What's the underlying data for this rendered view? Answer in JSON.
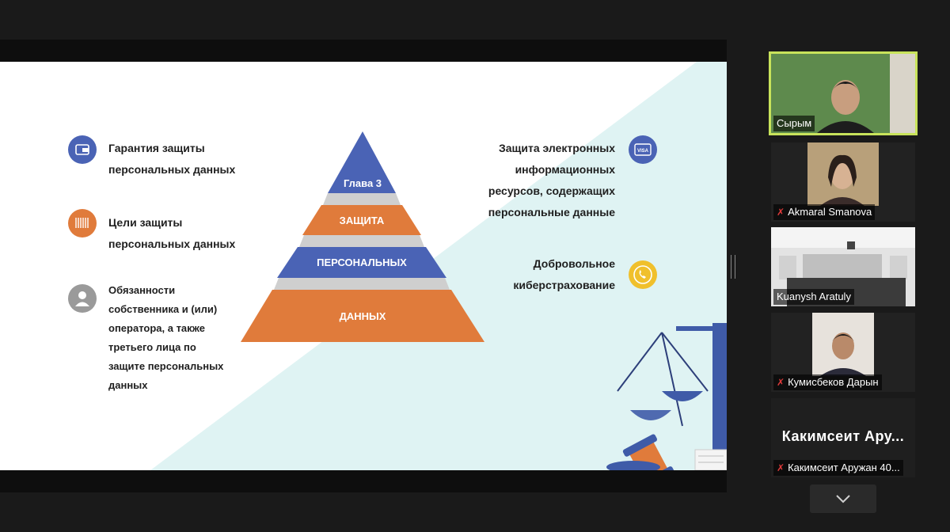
{
  "slide": {
    "left_items": [
      {
        "text": "Гарантия защиты\nперсональных данных",
        "icon": "wallet-icon",
        "color": "#4a63b5"
      },
      {
        "text": "Цели защиты\nперсональных данных",
        "icon": "barcode-icon",
        "color": "#e07b3b"
      },
      {
        "text": "Обязанности\nсобственника и (или)\nоператора, а также\nтретьего лица по\nзащите персональных\nданных",
        "icon": "person-icon",
        "color": "#9a9a9a"
      }
    ],
    "right_items": [
      {
        "text": "Защита электронных\nинформационных\nресурсов, содержащих\nперсональные данные",
        "icon": "visa-card-icon",
        "color": "#4a63b5"
      },
      {
        "text": "Добровольное\nкиберстрахование",
        "icon": "phone-icon",
        "color": "#f0c02c"
      }
    ],
    "pyramid": [
      {
        "label": "Глава 3",
        "color": "#4a63b5"
      },
      {
        "label": "ЗАЩИТА",
        "color": "#e07b3b"
      },
      {
        "label": "ПЕРСОНАЛЬНЫХ",
        "color": "#4a63b5"
      },
      {
        "label": "ДАННЫХ",
        "color": "#e07b3b"
      }
    ],
    "visa_text": "VISA"
  },
  "participants": [
    {
      "name": "Сырым",
      "muted": false,
      "active": true,
      "video": true
    },
    {
      "name": "Akmaral Smanova",
      "muted": true,
      "active": false,
      "video": true
    },
    {
      "name": "Kuanysh Aratuly",
      "muted": false,
      "active": false,
      "video": true
    },
    {
      "name": "Кумисбеков Дарын",
      "muted": true,
      "active": false,
      "video": true
    },
    {
      "name": "Какимсеит Аружан 40...",
      "display_name": "Какимсеит Ару...",
      "muted": true,
      "active": false,
      "video": false
    }
  ],
  "colors": {
    "active_speaker": "#c8e35b",
    "muted_mic": "#e23a3a"
  }
}
